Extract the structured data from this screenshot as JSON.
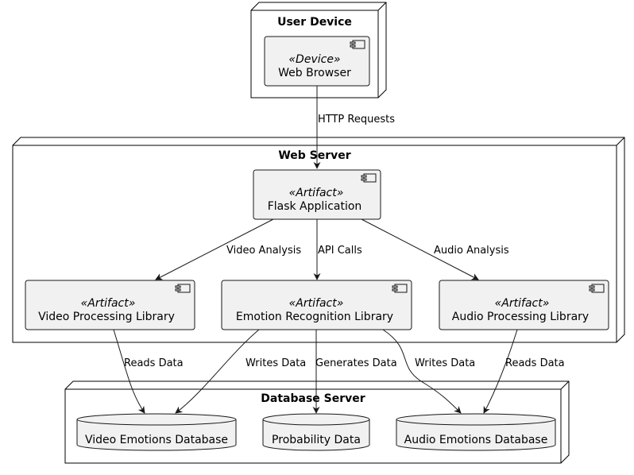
{
  "nodes": {
    "user_device": {
      "title": "User Device"
    },
    "web_server": {
      "title": "Web Server"
    },
    "database_server": {
      "title": "Database Server"
    }
  },
  "components": {
    "web_browser": {
      "stereotype": "«Device»",
      "name": "Web Browser"
    },
    "flask_app": {
      "stereotype": "«Artifact»",
      "name": "Flask Application"
    },
    "video_lib": {
      "stereotype": "«Artifact»",
      "name": "Video Processing Library"
    },
    "emotion_lib": {
      "stereotype": "«Artifact»",
      "name": "Emotion Recognition Library"
    },
    "audio_lib": {
      "stereotype": "«Artifact»",
      "name": "Audio Processing Library"
    }
  },
  "databases": {
    "video_db": {
      "name": "Video Emotions Database"
    },
    "prob_db": {
      "name": "Probability Data"
    },
    "audio_db": {
      "name": "Audio Emotions Database"
    }
  },
  "edges": {
    "http": "HTTP Requests",
    "video_analysis": "Video Analysis",
    "api_calls": "API Calls",
    "audio_analysis": "Audio Analysis",
    "video_reads": "Reads Data",
    "emotion_writes_video": "Writes Data",
    "emotion_generates": "Generates Data",
    "emotion_writes_audio": "Writes Data",
    "audio_reads": "Reads Data"
  },
  "colors": {
    "component_fill": "#f1f1f1",
    "component_stroke": "#181818",
    "node_stroke": "#000000",
    "edge": "#181818"
  }
}
